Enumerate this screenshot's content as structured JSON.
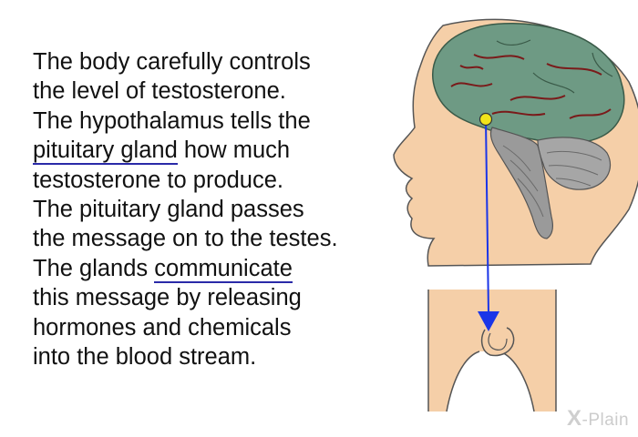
{
  "paragraph": {
    "line1": "The body carefully controls",
    "line2": "the level of testosterone.",
    "line3": "The hypothalamus tells the",
    "line4_link": "pituitary gland",
    "line4_rest": " how much",
    "line5": "testosterone to produce.",
    "line6": "The pituitary gland passes",
    "line7": "the message on to the testes.",
    "line8_start": "The glands ",
    "line8_link": "communicate",
    "line9": "this message by releasing",
    "line10": "hormones and chemicals",
    "line11": "into the blood stream."
  },
  "watermark": {
    "x": "X",
    "text": "-Plain"
  },
  "illustration": {
    "icons": [
      "head-profile",
      "brain",
      "hypothalamus-dot",
      "signal-arrow",
      "pelvis",
      "testes"
    ],
    "colors": {
      "skin": "#f5cfa8",
      "brain": "#6e9a84",
      "arrow": "#1a35e8",
      "dot": "#f2e41a",
      "blood_vessel": "#7a1a1a"
    }
  }
}
